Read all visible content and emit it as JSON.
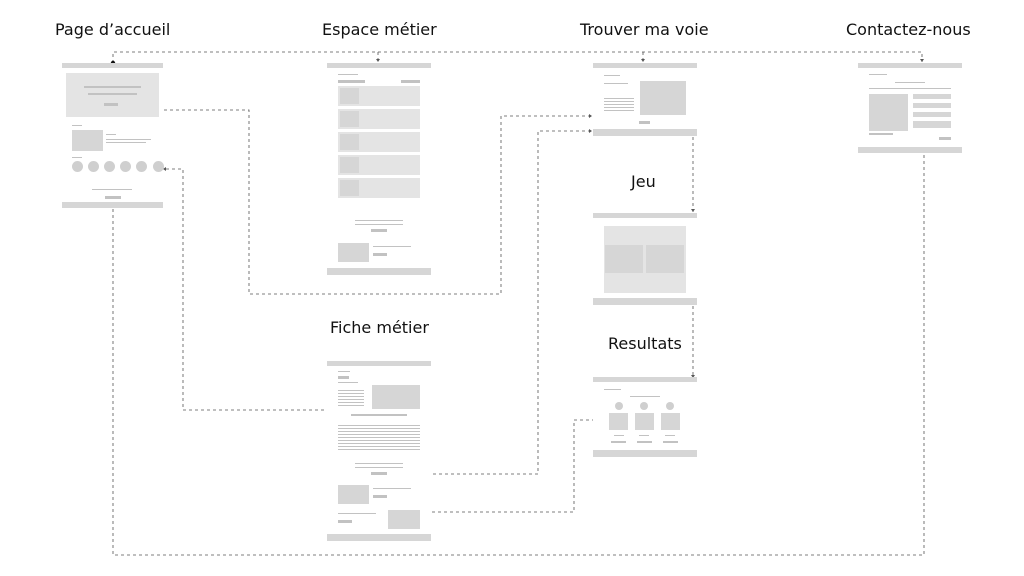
{
  "diagram": {
    "pages": {
      "home": "Page d’accueil",
      "espace": "Espace métier",
      "trouver": "Trouver ma voie",
      "contact": "Contactez-nous",
      "jeu": "Jeu",
      "fiche": "Fiche métier",
      "resultats": "Resultats"
    }
  }
}
